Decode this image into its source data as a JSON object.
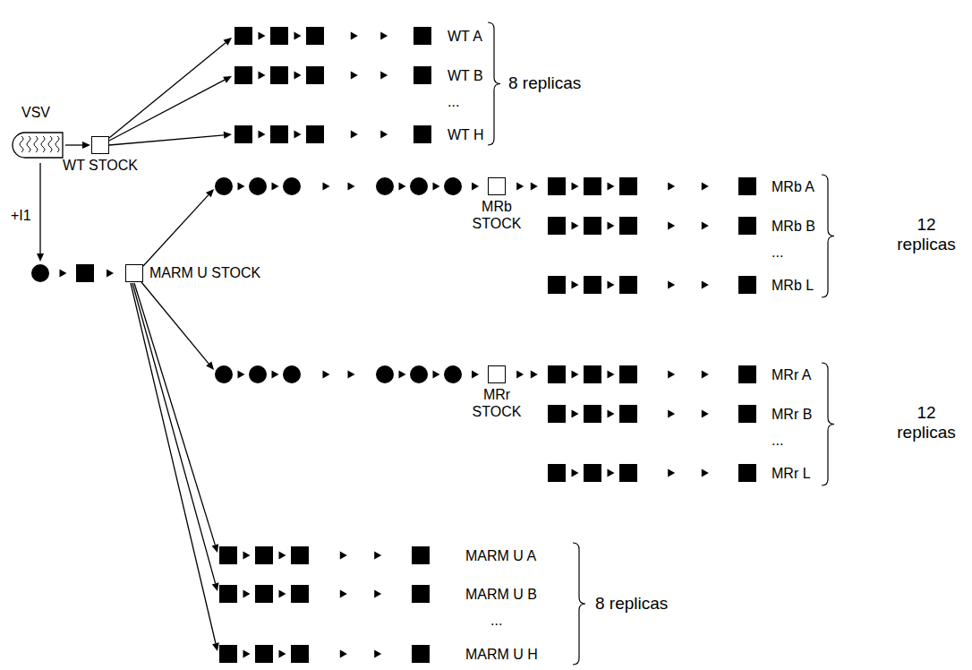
{
  "diagram": {
    "nodes": [
      {
        "text": [
          "WT STOCK"
        ]
      },
      {
        "text": [
          "MARM U STOCK"
        ]
      },
      {
        "text": [
          "MRb STOCK"
        ]
      },
      {
        "text": [
          "MRr STOCK"
        ]
      }
    ],
    "labels": [
      "VSV",
      "+I1",
      "WT A",
      "WT B",
      "...",
      "WT H",
      "8 replicas",
      "MRb A",
      "MRb B",
      "...",
      "MRb L",
      "12 replicas",
      "MRr A",
      "MRr B",
      "...",
      "MRr L",
      "12 replicas",
      "MARM U A",
      "MARM U B",
      "...",
      "MARM U H",
      "8 replicas"
    ]
  }
}
